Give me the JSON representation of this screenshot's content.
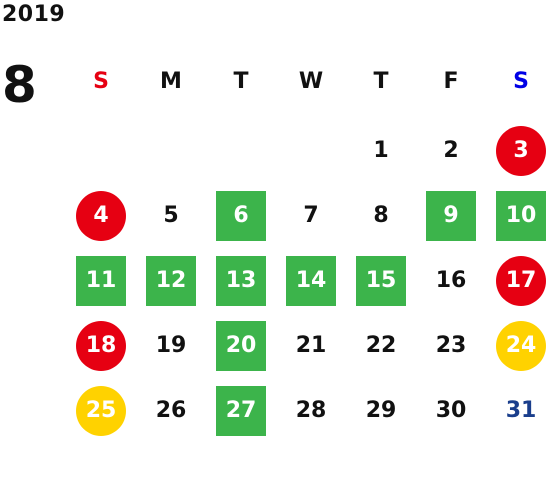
{
  "calendar": {
    "year": "2019",
    "month": "8",
    "weekdays": [
      "S",
      "M",
      "T",
      "W",
      "T",
      "F",
      "S"
    ],
    "colors": {
      "sunday": "#e60012",
      "saturday": "#0000e6",
      "green": "#3cb44b",
      "red": "#e60012",
      "yellow": "#ffd200",
      "blue_text": "#1a3e8c"
    },
    "weeks": [
      [
        null,
        null,
        null,
        null,
        {
          "day": "1",
          "style": "plain"
        },
        {
          "day": "2",
          "style": "plain"
        },
        {
          "day": "3",
          "style": "red"
        }
      ],
      [
        {
          "day": "4",
          "style": "red"
        },
        {
          "day": "5",
          "style": "plain"
        },
        {
          "day": "6",
          "style": "green"
        },
        {
          "day": "7",
          "style": "plain"
        },
        {
          "day": "8",
          "style": "plain"
        },
        {
          "day": "9",
          "style": "green"
        },
        {
          "day": "10",
          "style": "green"
        }
      ],
      [
        {
          "day": "11",
          "style": "green"
        },
        {
          "day": "12",
          "style": "green"
        },
        {
          "day": "13",
          "style": "green"
        },
        {
          "day": "14",
          "style": "green"
        },
        {
          "day": "15",
          "style": "green"
        },
        {
          "day": "16",
          "style": "plain"
        },
        {
          "day": "17",
          "style": "red"
        }
      ],
      [
        {
          "day": "18",
          "style": "red"
        },
        {
          "day": "19",
          "style": "plain"
        },
        {
          "day": "20",
          "style": "green"
        },
        {
          "day": "21",
          "style": "plain"
        },
        {
          "day": "22",
          "style": "plain"
        },
        {
          "day": "23",
          "style": "plain"
        },
        {
          "day": "24",
          "style": "yellow"
        }
      ],
      [
        {
          "day": "25",
          "style": "yellow"
        },
        {
          "day": "26",
          "style": "plain"
        },
        {
          "day": "27",
          "style": "green"
        },
        {
          "day": "28",
          "style": "plain"
        },
        {
          "day": "29",
          "style": "plain"
        },
        {
          "day": "30",
          "style": "plain"
        },
        {
          "day": "31",
          "style": "blue"
        }
      ]
    ]
  }
}
